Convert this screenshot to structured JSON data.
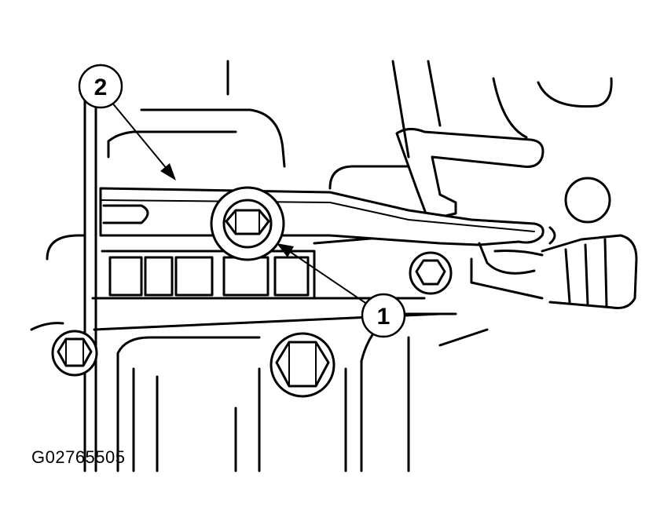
{
  "figure": {
    "id_code": "G02765505",
    "callouts": [
      {
        "label": "1"
      },
      {
        "label": "2"
      }
    ]
  }
}
